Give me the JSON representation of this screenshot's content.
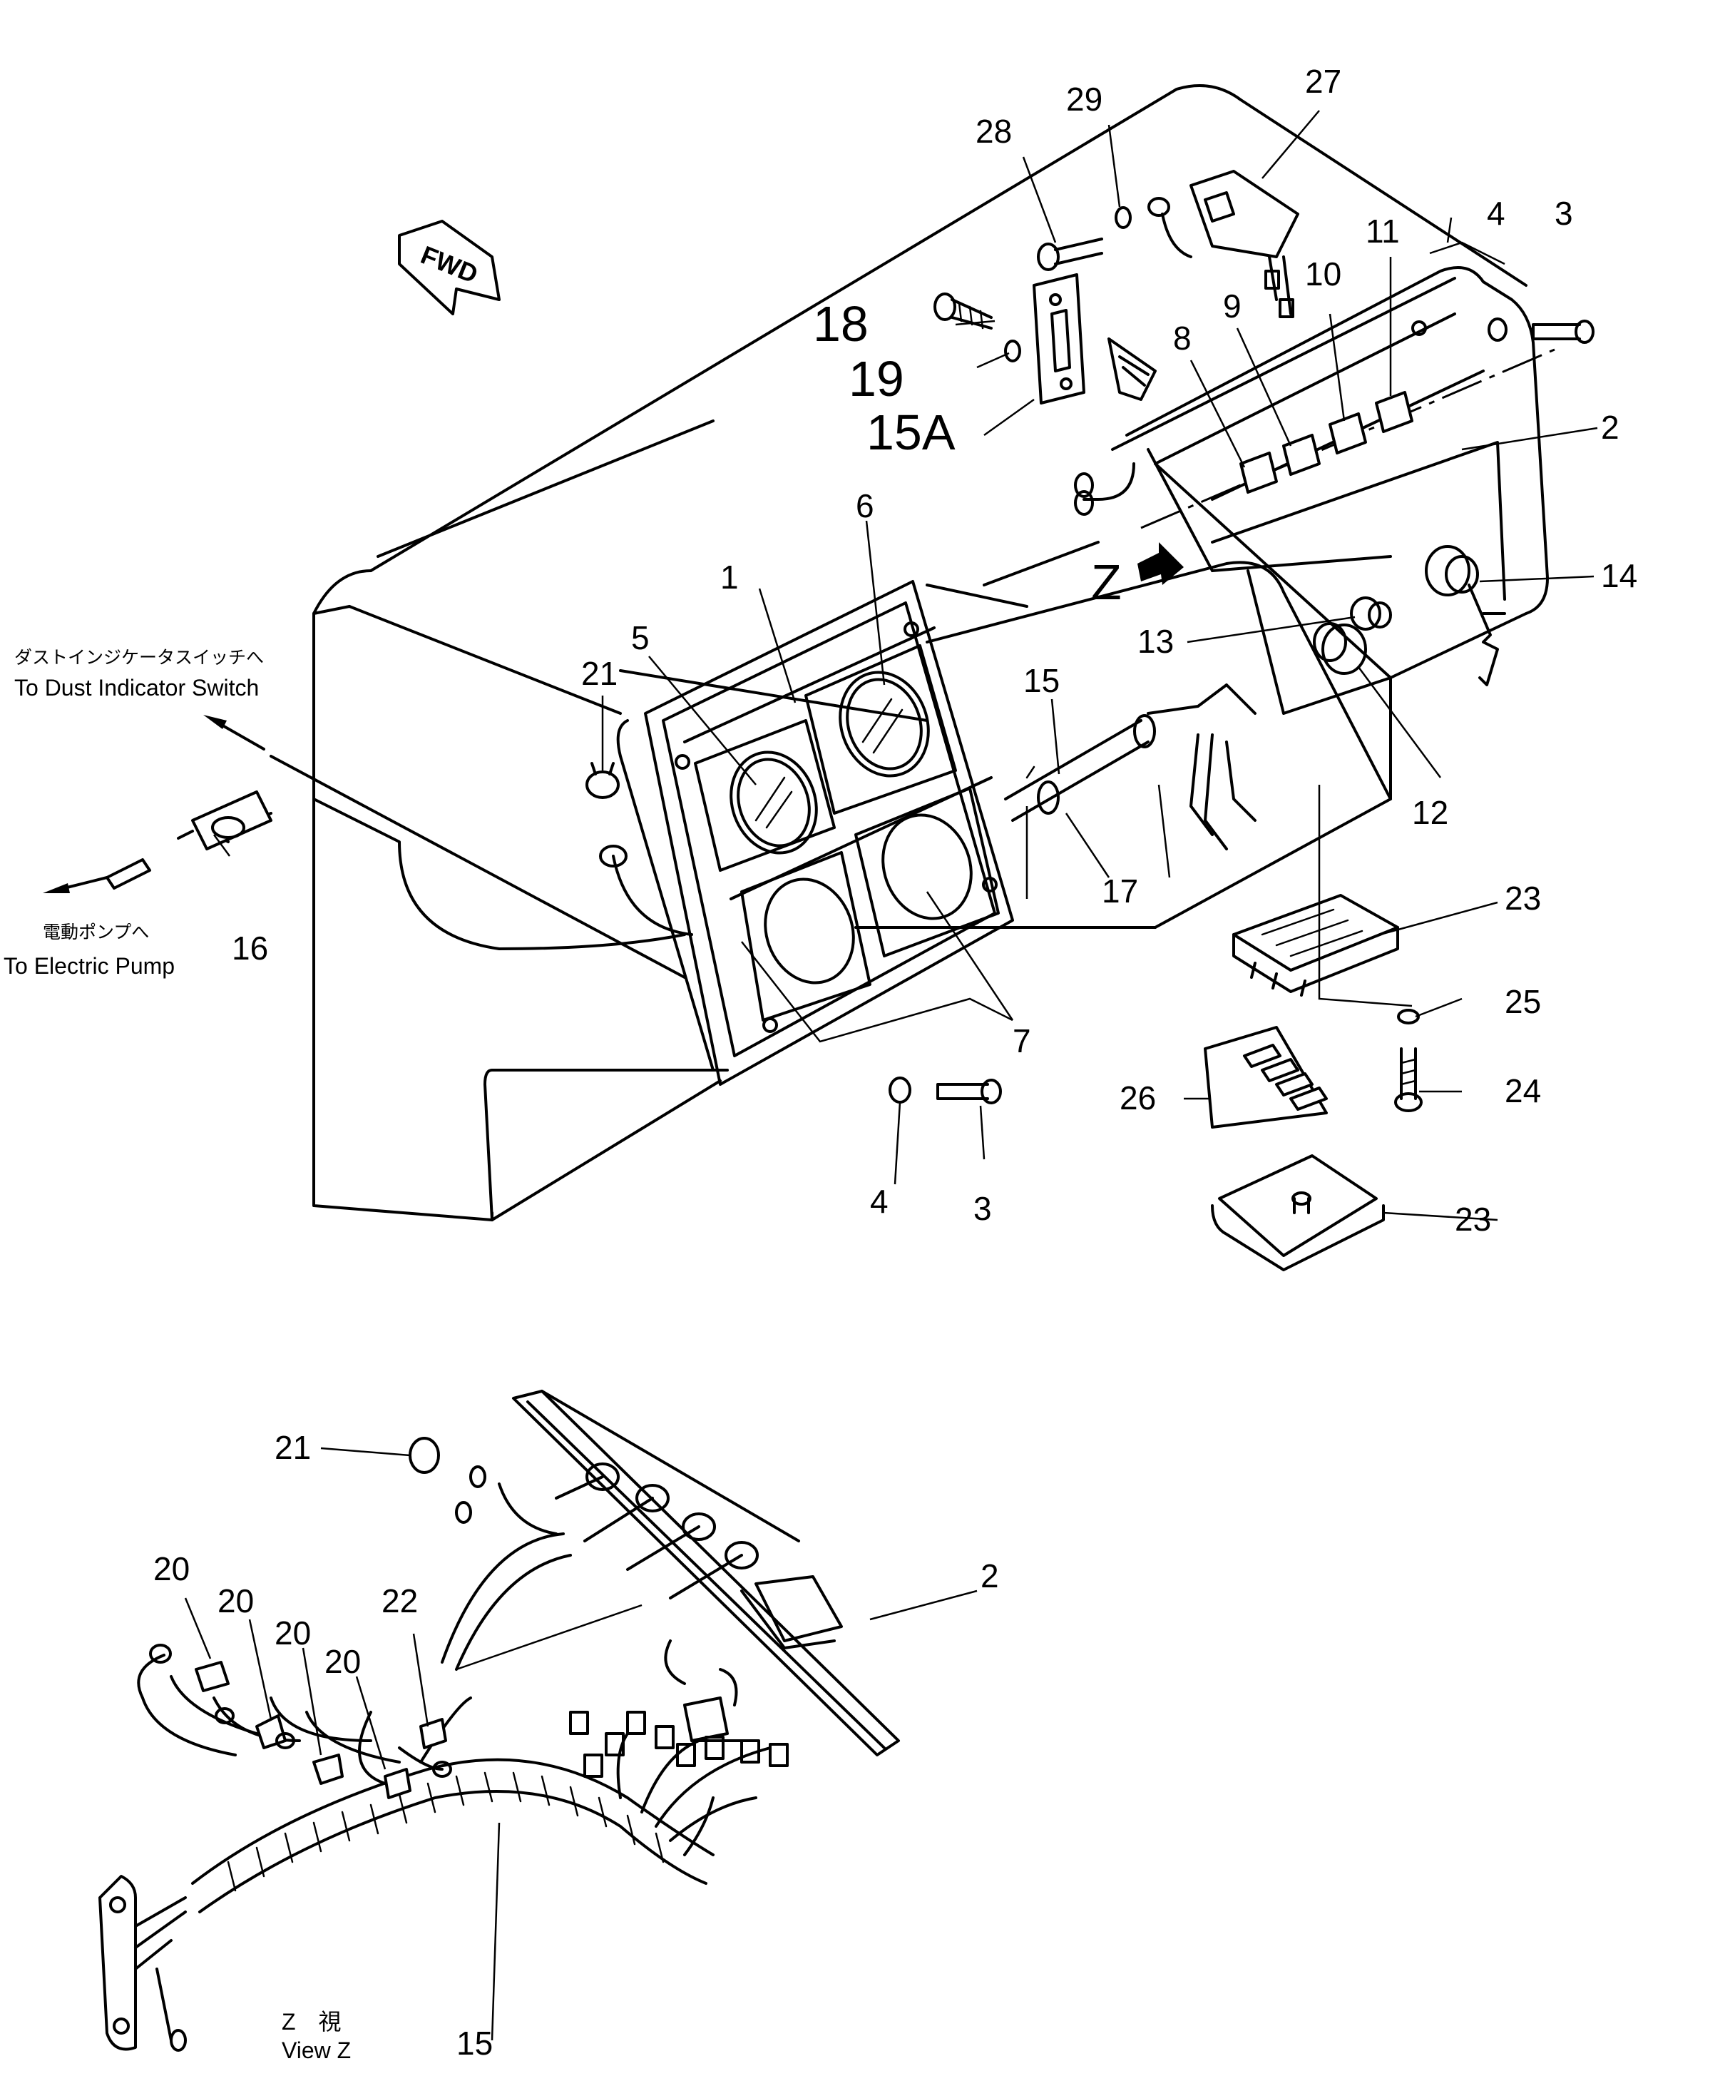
{
  "drawing": {
    "direction_label": "FWD",
    "view_marker": "Z",
    "annotations": {
      "dust_indicator_jp": "ダストインジケータスイッチへ",
      "dust_indicator_en": "To Dust Indicator Switch",
      "electric_pump_jp": "電動ポンプへ",
      "electric_pump_en": "To Electric Pump",
      "view_caption_jp": "Z　視",
      "view_caption_en": "View Z"
    },
    "callouts": {
      "c1": "1",
      "c2": "2",
      "c2b": "2",
      "c3": "3",
      "c3b": "3",
      "c4": "4",
      "c4b": "4",
      "c5": "5",
      "c6": "6",
      "c7": "7",
      "c8": "8",
      "c9": "9",
      "c10": "10",
      "c11": "11",
      "c12": "12",
      "c13": "13",
      "c14": "14",
      "c15": "15",
      "c15b": "15",
      "c15a": "15A",
      "c16": "16",
      "c17": "17",
      "c18": "18",
      "c19": "19",
      "c20a": "20",
      "c20b": "20",
      "c20c": "20",
      "c20d": "20",
      "c21": "21",
      "c21b": "21",
      "c22": "22",
      "c23": "23",
      "c23b": "23",
      "c24": "24",
      "c25": "25",
      "c26": "26",
      "c27": "27",
      "c28": "28",
      "c29": "29"
    }
  }
}
